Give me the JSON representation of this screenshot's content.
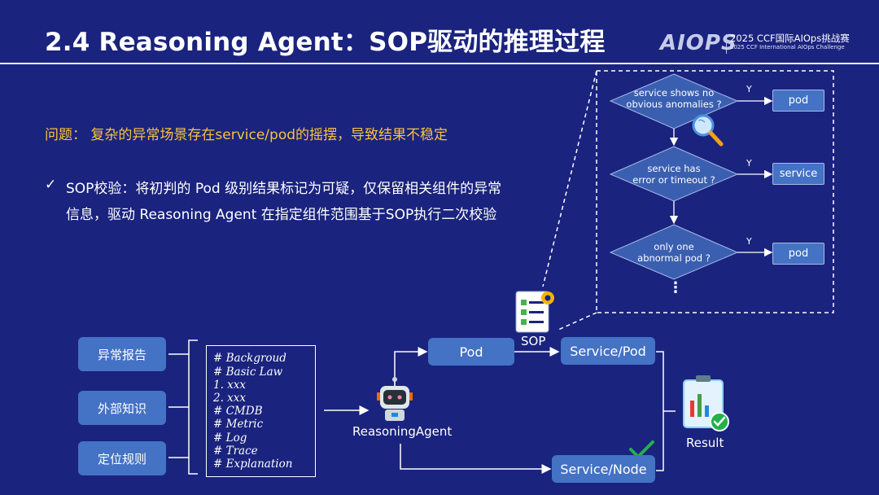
{
  "title": "2.4 Reasoning Agent：SOP驱动的推理过程",
  "logo": {
    "text": "AIOPS",
    "line1": "2025 CCF国际AIOps挑战赛",
    "line2": "2025 CCF International AIOps Challenge"
  },
  "problem": "问题： 复杂的异常场景存在service/pod的摇摆，导致结果不稳定",
  "bullet": {
    "mark": "✓",
    "line1": "SOP校验：将初判的 Pod 级别结果标记为可疑，仅保留相关组件的异常",
    "line2": "信息，驱动 Reasoning Agent 在指定组件范围基于SOP执行二次校验"
  },
  "inputs": [
    "异常报告",
    "外部知识",
    "定位规则"
  ],
  "prompt_lines": [
    "# Backgroud",
    "# Basic Law",
    "1. xxx",
    "2. xxx",
    "# CMDB",
    "# Metric",
    "# Log",
    "# Trace",
    "# Explanation"
  ],
  "agent_label": "ReasoningAgent",
  "flow": {
    "pod": "Pod",
    "sop": "SOP",
    "service_pod": "Service/Pod",
    "service_node": "Service/Node",
    "result": "Result"
  },
  "decisions": [
    {
      "q1": "service shows no",
      "q2": "obvious anomalies ?",
      "yes": "Y",
      "out": "pod"
    },
    {
      "q1": "service has",
      "q2": "error or timeout ?",
      "yes": "Y",
      "out": "service"
    },
    {
      "q1": "only one",
      "q2": "abnormal pod ?",
      "yes": "Y",
      "out": "pod"
    }
  ],
  "more": "⋮",
  "colors": {
    "background": "#1a237e",
    "box": "#4472c4",
    "problem_text": "#f9c23c",
    "check_green": "#22b14c",
    "decision": "#3b5fb0"
  }
}
